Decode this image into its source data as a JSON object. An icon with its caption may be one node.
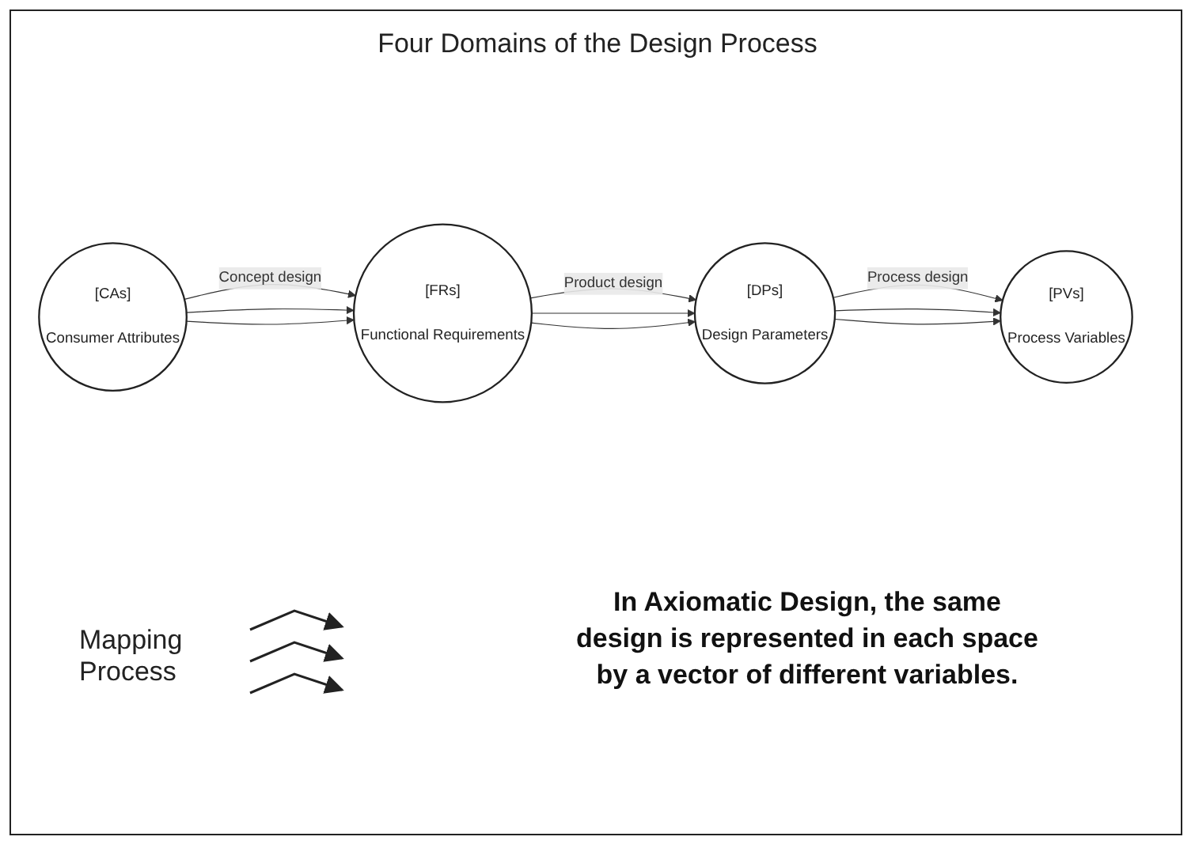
{
  "diagram": {
    "title": "Four Domains of the Design Process",
    "nodes": [
      {
        "text": [
          "[CAs]",
          "Consumer Attributes"
        ]
      },
      {
        "text": [
          "[FRs]",
          "Functional Requirements"
        ]
      },
      {
        "text": [
          "[DPs]",
          "Design Parameters"
        ]
      },
      {
        "text": [
          "[PVs]",
          "Process Variables"
        ]
      }
    ],
    "edges": [
      {
        "from": 0,
        "to": 1,
        "arrow": "to",
        "label": "Concept design"
      },
      {
        "from": 0,
        "to": 1,
        "arrow": "to"
      },
      {
        "from": 0,
        "to": 1,
        "arrow": "to"
      },
      {
        "from": 1,
        "to": 2,
        "arrow": "to",
        "label": "Product design"
      },
      {
        "from": 1,
        "to": 2,
        "arrow": "to"
      },
      {
        "from": 1,
        "to": 2,
        "arrow": "to"
      },
      {
        "from": 2,
        "to": 3,
        "arrow": "to",
        "label": "Process design"
      },
      {
        "from": 2,
        "to": 3,
        "arrow": "to"
      },
      {
        "from": 2,
        "to": 3,
        "arrow": "to"
      }
    ],
    "labels": [
      "In Axiomatic Design, the same design is represented in each space by a vector of different variables."
    ],
    "legend": [
      {
        "text": "Mapping Process"
      }
    ]
  }
}
